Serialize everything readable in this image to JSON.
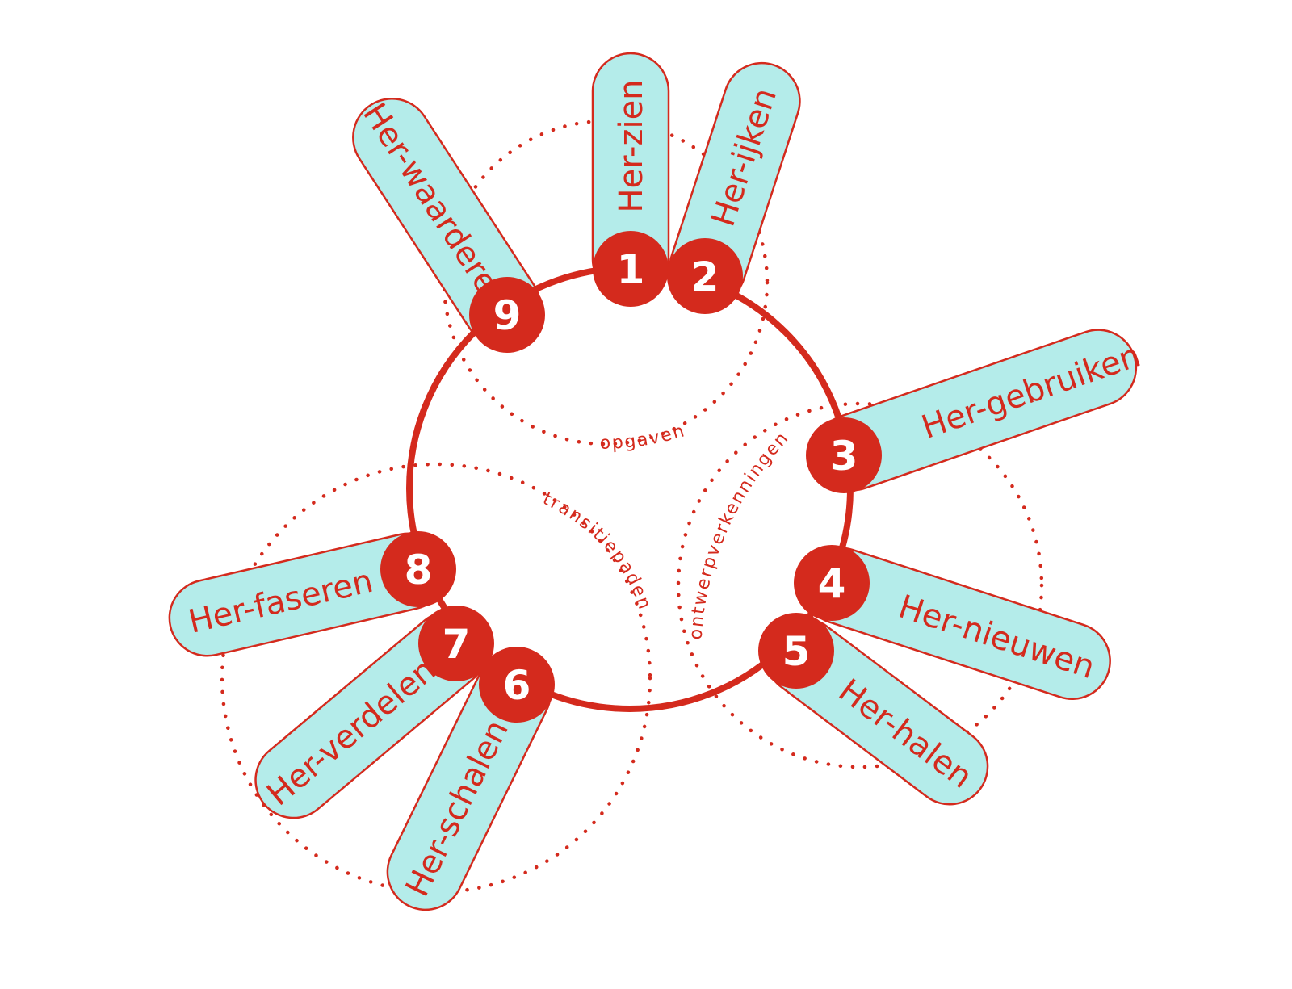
{
  "diagram": {
    "colors": {
      "accent": "#d42a1d",
      "pill_fill": "#b4ecea",
      "background": "#ffffff"
    },
    "steps": [
      {
        "number": "1",
        "label": "Her-zien"
      },
      {
        "number": "2",
        "label": "Her-ijken"
      },
      {
        "number": "3",
        "label": "Her-gebruiken"
      },
      {
        "number": "4",
        "label": "Her-nieuwen"
      },
      {
        "number": "5",
        "label": "Her-halen"
      },
      {
        "number": "6",
        "label": "Her-schalen"
      },
      {
        "number": "7",
        "label": "Her-verdelen"
      },
      {
        "number": "8",
        "label": "Her-faseren"
      },
      {
        "number": "9",
        "label": "Her-waarderen"
      }
    ],
    "groups": [
      {
        "label": "opgaven"
      },
      {
        "label": "ontwerpverkenningen"
      },
      {
        "label": "transitiepaden"
      }
    ]
  }
}
